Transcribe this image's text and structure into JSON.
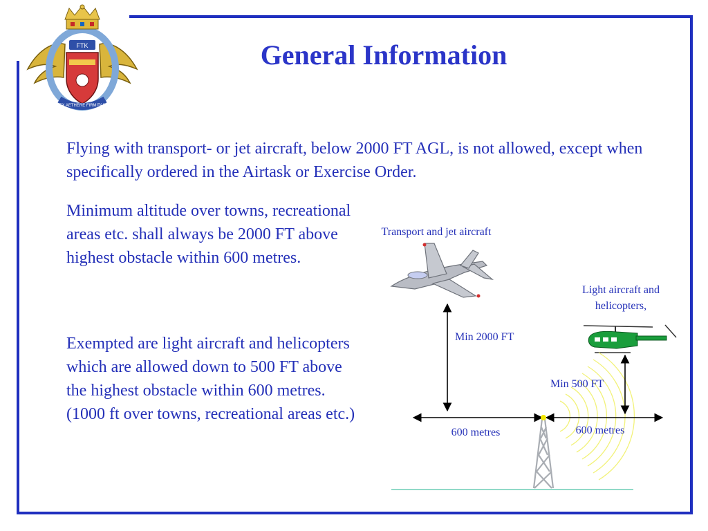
{
  "title": "General Information",
  "logo": {
    "banner_text": "FTK",
    "motto": "EX AETHERE FIRMITAS"
  },
  "intro_text": "Flying with transport- or jet aircraft, below 2000 FT AGL, is not allowed, except when specifically ordered in the Airtask or Exercise Order.",
  "paragraph_1": "Minimum altitude over towns, recreational areas etc. shall always be 2000 FT above highest obstacle within 600 metres.",
  "paragraph_2": "Exempted are light aircraft and helicopters which are allowed down to 500 FT  above the highest obstacle within 600 metres. (1000 ft over towns, recreational areas etc.)",
  "diagram": {
    "jet_label": "Transport and jet aircraft",
    "light_label_line1": "Light aircraft and",
    "light_label_line2": "helicopters,",
    "min_2000": "Min 2000 FT",
    "min_500": "Min 500 FT",
    "dist_left": "600 metres",
    "dist_right": "600 metres",
    "colors": {
      "text": "#2430b8",
      "signal": "#f2f27a",
      "ground": "#4fc3a6",
      "helicopter": "#1a9e3c",
      "aircraft": "#b9bcc4"
    }
  },
  "frame_color": "#1f2fbf"
}
